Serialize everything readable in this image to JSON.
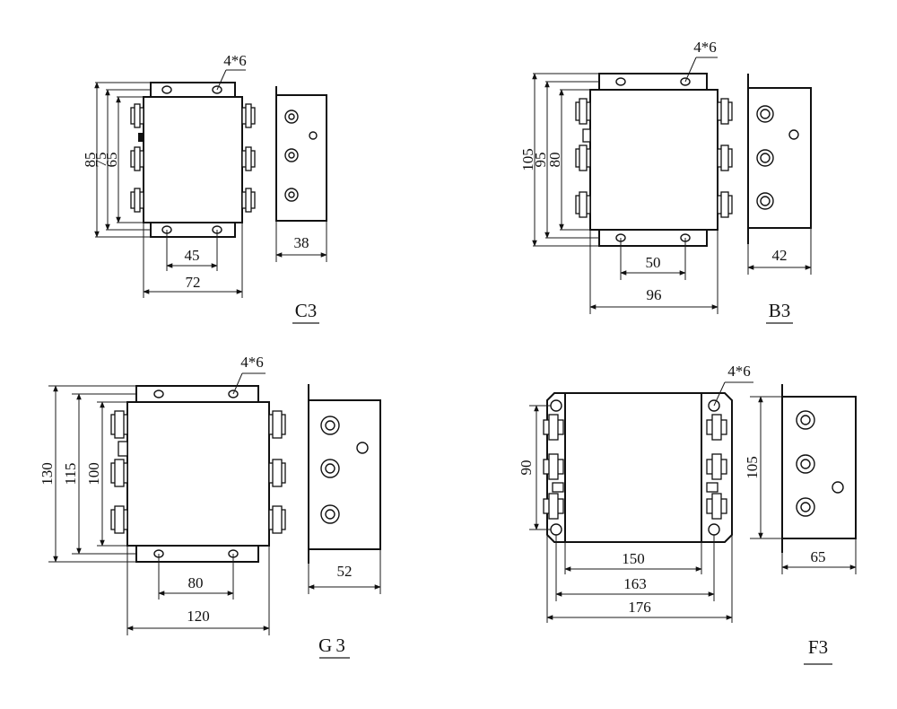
{
  "models": [
    {
      "label": "C3",
      "mounting": "4*6",
      "heights": [
        "85",
        "75",
        "65"
      ],
      "widths": [
        "45",
        "72"
      ],
      "depth": "38"
    },
    {
      "label": "B3",
      "mounting": "4*6",
      "heights": [
        "105",
        "95",
        "80"
      ],
      "widths": [
        "50",
        "96"
      ],
      "depth": "42"
    },
    {
      "label": "G3",
      "mounting": "4*6",
      "heights": [
        "130",
        "115",
        "100"
      ],
      "widths": [
        "80",
        "120"
      ],
      "depth": "52"
    },
    {
      "label": "F3",
      "mounting": "4*6",
      "heights": [
        "90"
      ],
      "widths": [
        "150",
        "163",
        "176"
      ],
      "depth": "105",
      "side_width": "65"
    }
  ]
}
